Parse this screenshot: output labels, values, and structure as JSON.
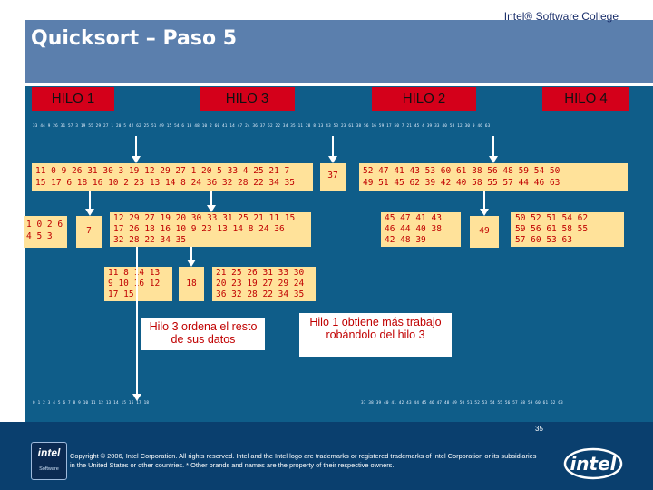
{
  "header": {
    "brand": "Intel® Software College",
    "title": "Quicksort – Paso 5"
  },
  "threads": [
    "HILO 1",
    "HILO 3",
    "HILO 2",
    "HILO 4"
  ],
  "top_array": "33 44 9 26 31 57 3 19 55 29 27 1 20 5 42 62 25 51 49 15 54 6 18 48 10 2 60 41 14 47 24 36 37 52 22 34 35 11 28 8 13 43 53 23 61 38 56 16 59 17 50 7 21 45 4 39 33 40 58 12 30 0 46 63",
  "boxes": {
    "upper_left": [
      "11 0 9 26 31 30 3 19 12 29 27 1 20 5 33 4 25 21 7",
      "15 17 6 18 16 10 2 23 13 14 8 24 36 32 28 22 34 35"
    ],
    "upper_mid": [
      "37"
    ],
    "upper_right": [
      "52 47 41 43 53 60 61 38 56 48 59 54 50",
      "49 51 45 62 39 42 40 58 55 57 44 46 63"
    ],
    "lvl2_a": [
      "1 0 2 6",
      "4 5 3"
    ],
    "lvl2_b": [
      "7"
    ],
    "lvl2_c": [
      "12 29 27 19 20 30 33 31 25 21 11 15",
      "17 26 18 16 10 9 23 13 14 8 24 36",
      "32 28 22 34 35"
    ],
    "lvl2_d": [
      "45 47 41 43",
      "46 44 40 38",
      "42 48 39"
    ],
    "lvl2_e": [
      "49"
    ],
    "lvl2_f": [
      "50 52 51 54 62",
      "59 56 61 58 55",
      "57 60 53 63"
    ],
    "lvl3_a": [
      "11 8 14 13",
      "9 10 16 12",
      "17 15"
    ],
    "lvl3_b": [
      "18"
    ],
    "lvl3_c": [
      "21 25 26 31 33 30",
      "20 23 19 27 29 24",
      "36 32 28 22 34 35"
    ]
  },
  "notes": {
    "hilo3": "Hilo 3 ordena el resto de sus datos",
    "hilo1": "Hilo 1 obtiene más trabajo robándolo del hilo 3"
  },
  "bottom_array_left": "0 1 2 3 4 5 6 7 8 9 10 11 12 13 14 15 16 17 18",
  "bottom_array_right": "37 38 39 40 41 42 43 44 45 46 47 48 49 50 51 52 53 54 55 56 57 58 59 60 61 62 63",
  "footer": {
    "software_logo": "intel",
    "software_logo_sub": "Software",
    "copyright": "Copyright © 2006, Intel Corporation. All rights reserved. Intel and the Intel logo are trademarks or registered trademarks of Intel Corporation or its subsidiaries in the United States or other countries. * Other brands and names are the property of their respective owners.",
    "page": "35",
    "intel_logo": "intel"
  },
  "colors": {
    "panel": "#0f5d89",
    "band": "#5b7fad",
    "thread": "#d4001a",
    "box": "#ffe29a",
    "box_text": "#c00000"
  }
}
